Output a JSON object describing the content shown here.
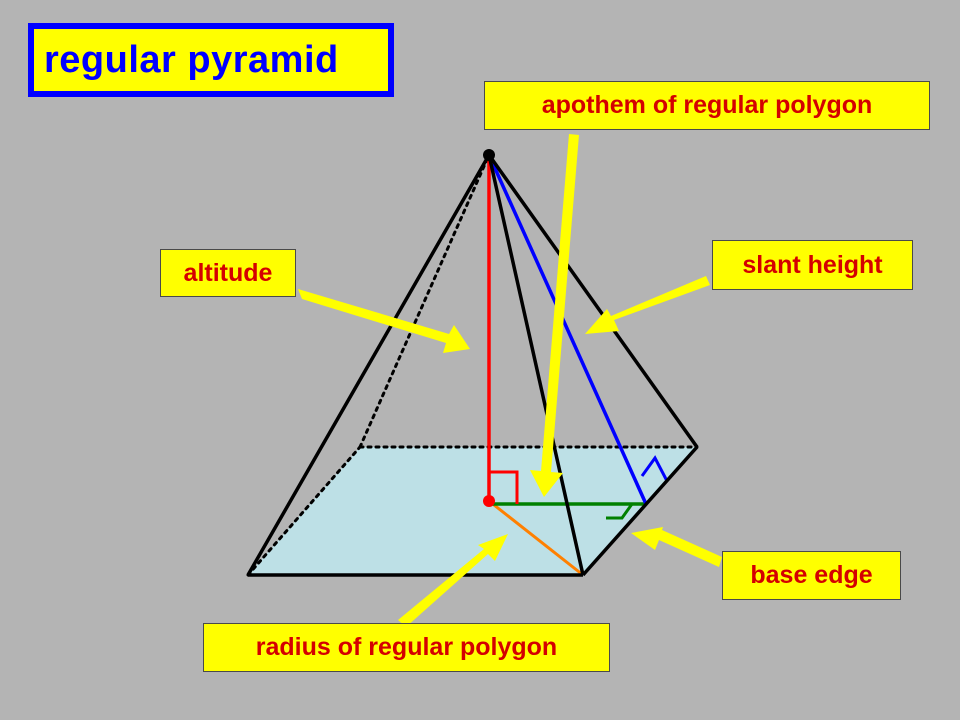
{
  "title": "regular pyramid",
  "labels": {
    "apothem": "apothem of regular polygon",
    "slant_height": "slant height",
    "altitude": "altitude",
    "base_edge": "base edge",
    "radius": "radius of regular polygon"
  },
  "colors": {
    "background": "#b4b4b4",
    "base_fill": "#bde0e6",
    "label_fill": "#ffff00",
    "label_text": "#d40000",
    "title_text": "#0000ff",
    "title_border": "#0000ff",
    "edges": "#000000",
    "altitude": "#ff0000",
    "slant_height": "#0000ff",
    "apothem": "#008000",
    "radius": "#ff8000",
    "arrows": "#ffff00"
  }
}
